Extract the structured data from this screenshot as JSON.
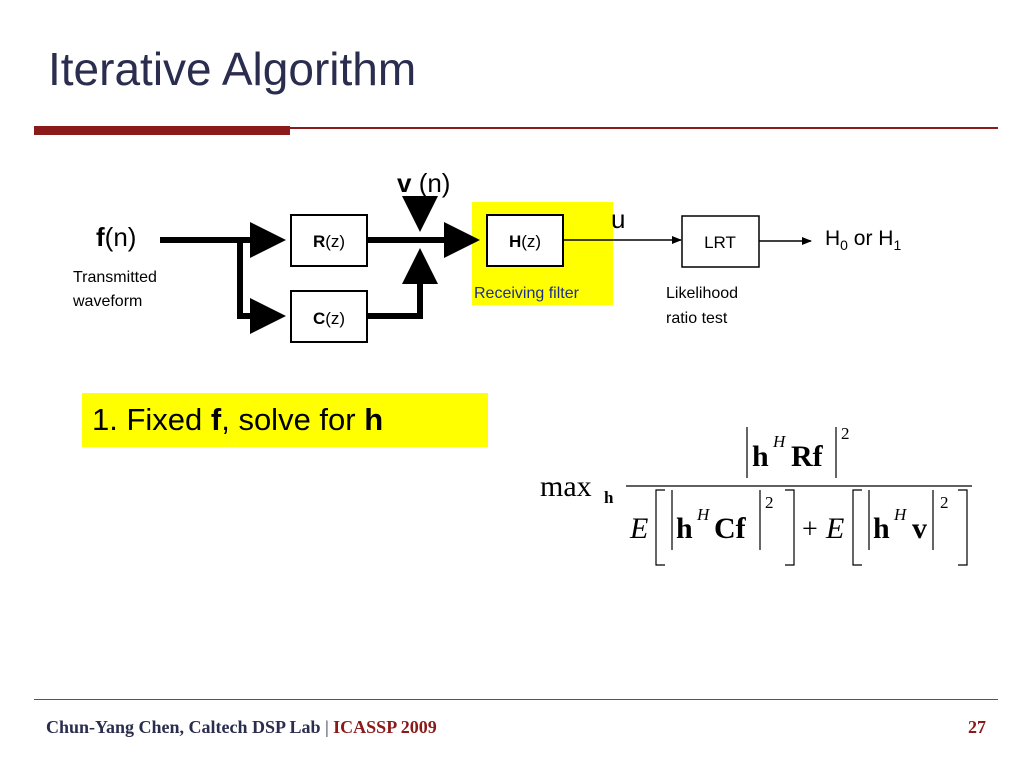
{
  "slide": {
    "title": "Iterative Algorithm",
    "footer_author": "Chun-Yang Chen, Caltech DSP Lab",
    "footer_separator": "|",
    "footer_conference": "ICASSP 2009",
    "page_number": "27"
  },
  "diagram": {
    "input_bold": "f",
    "input_rest": "(n)",
    "input_desc_line1": "Transmitted",
    "input_desc_line2": "waveform",
    "noise_bold": "v",
    "noise_rest": " (n)",
    "block_r_bold": "R",
    "block_r_rest": "(z)",
    "block_c_bold": "C",
    "block_c_rest": "(z)",
    "block_h_bold": "H",
    "block_h_rest": "(z)",
    "block_h_label": "Receiving filter",
    "u_label": "u",
    "block_lrt": "LRT",
    "lrt_desc_line1": "Likelihood",
    "lrt_desc_line2": "ratio test",
    "output_h": "H",
    "output_sub0": "0",
    "output_or": " or H",
    "output_sub1": "1",
    "highlight_color": "#ffff00"
  },
  "step": {
    "prefix": "1. Fixed ",
    "var1": "f",
    "middle": ", solve for ",
    "var2": "h"
  },
  "formula": {
    "max": "max",
    "max_sub": "h",
    "h": "h",
    "H": "H",
    "Rf": "Rf",
    "Cf": "Cf",
    "v": "v",
    "E": "E",
    "plus": "+",
    "sq": "2"
  },
  "colors": {
    "title": "#2b2d4e",
    "accent": "#8b1a1a",
    "highlight": "#ffff00"
  }
}
